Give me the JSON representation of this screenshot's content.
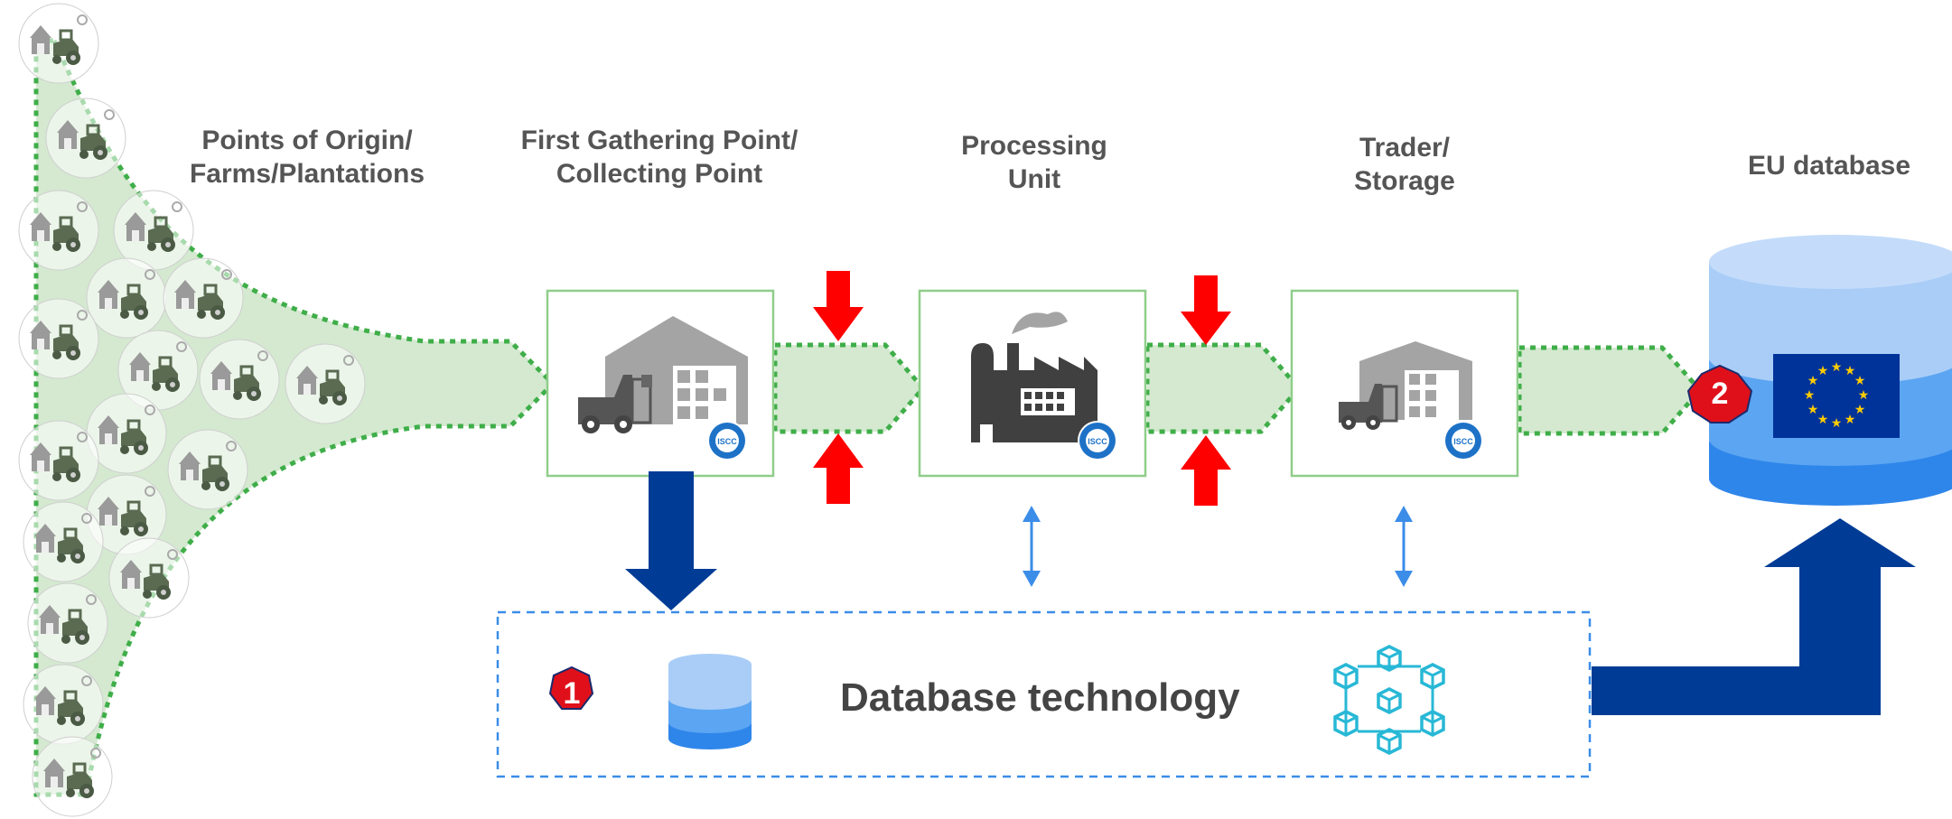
{
  "stages": [
    {
      "id": "origin",
      "label_line1": "Points of Origin/",
      "label_line2": "Farms/Plantations"
    },
    {
      "id": "gathering",
      "label_line1": "First Gathering Point/",
      "label_line2": "Collecting Point"
    },
    {
      "id": "processing",
      "label_line1": "Processing",
      "label_line2": "Unit"
    },
    {
      "id": "trader",
      "label_line1": "Trader/",
      "label_line2": "Storage"
    },
    {
      "id": "eu",
      "label_line1": "EU database",
      "label_line2": ""
    }
  ],
  "database_tech": {
    "title": "Database technology",
    "badge": "1"
  },
  "eu_badge": "2",
  "colors": {
    "flow_fill": "#d4e9d0",
    "flow_dot": "#3fae49",
    "box_border": "#8fce8a",
    "red_arrow": "#ff0000",
    "blue_arrow": "#003c96",
    "double_arrow": "#3b8de8",
    "dashed_box": "#3b8de8",
    "db_light": "#a9cdf7",
    "db_mid": "#5ba5f2",
    "db_dark": "#2f86ea",
    "eu_flag": "#003399",
    "eu_star": "#ffcc00",
    "badge": "#e0101a",
    "icon_gray": "#a4a4a4",
    "factory_dark": "#404040",
    "blockchain": "#28b8d6"
  },
  "icons": {
    "farm": "farm-tractor-icon",
    "warehouse": "warehouse-forklift-icon",
    "factory": "factory-icon",
    "iscc": "iscc-seal-icon",
    "database": "database-cylinder-icon",
    "blockchain": "blockchain-cubes-icon",
    "eu_flag": "eu-flag-icon"
  }
}
